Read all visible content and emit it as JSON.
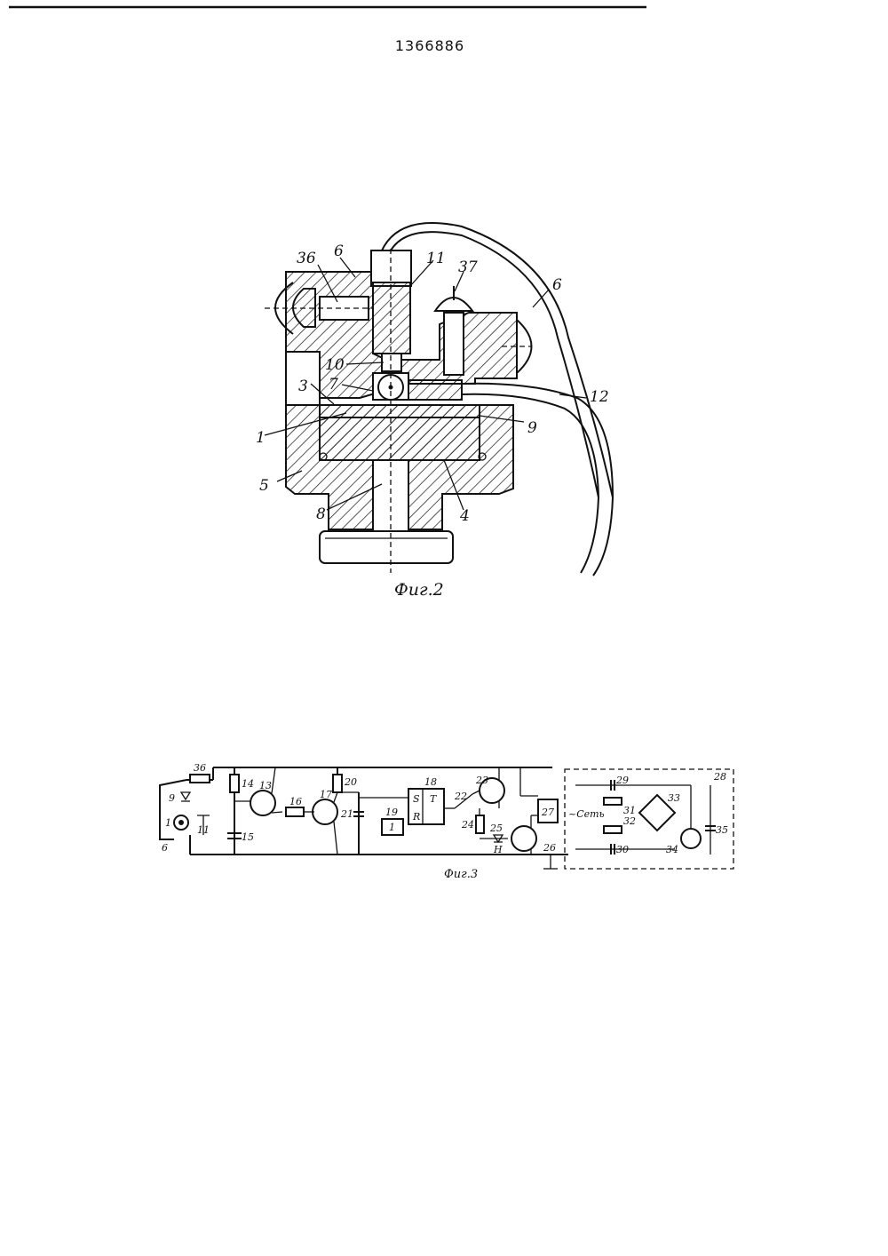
{
  "document": {
    "patent_number": "1366886"
  },
  "figure2": {
    "caption": "Фиг.2",
    "labels": {
      "l1": "1",
      "l3": "3",
      "l4": "4",
      "l5": "5",
      "l6a": "6",
      "l6b": "6",
      "l7": "7",
      "l8": "8",
      "l9": "9",
      "l10": "10",
      "l11": "11",
      "l12": "12",
      "l36": "36",
      "l37": "37"
    }
  },
  "figure3": {
    "caption": "Фиг.3",
    "labels": {
      "l1": "1",
      "l6": "6",
      "l9": "9",
      "l11": "11",
      "l13": "13",
      "l14": "14",
      "l15": "15",
      "l16": "16",
      "l17": "17",
      "l18": "18",
      "l19": "19",
      "l20": "20",
      "l21": "21",
      "l22": "22",
      "l23": "23",
      "l24": "24",
      "l25": "25",
      "l26": "26",
      "l27": "27",
      "l28": "28",
      "l29": "29",
      "l30": "30",
      "l31": "31",
      "l32": "32",
      "l33": "33",
      "l34": "34",
      "l35": "35",
      "l36": "36",
      "trig_s": "S",
      "trig_t": "T",
      "trig_r": "R",
      "gate_1": "1",
      "mains": "~Сеть",
      "diode_h": "Н"
    }
  }
}
